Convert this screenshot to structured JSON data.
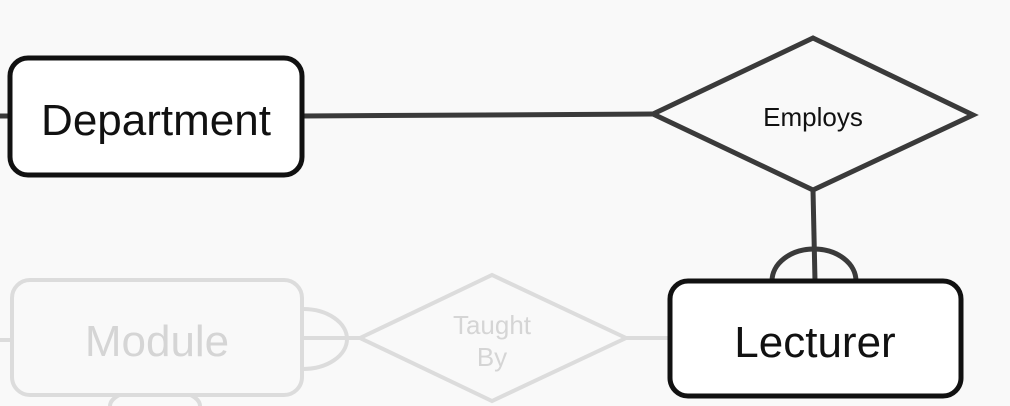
{
  "diagram": {
    "entities": {
      "department": {
        "label": "Department",
        "faded": false
      },
      "lecturer": {
        "label": "Lecturer",
        "faded": false
      },
      "module": {
        "label": "Module",
        "faded": true
      }
    },
    "relationships": {
      "employs": {
        "label": "Employs",
        "faded": false
      },
      "taught_by": {
        "label_line1": "Taught",
        "label_line2": "By",
        "faded": true
      }
    },
    "colors": {
      "stroke": "#3a3a3a",
      "faded_stroke": "#dcdcdc",
      "faded_text": "#d5d5d5",
      "text": "#111111",
      "background": "#f9f9f9",
      "entity_fill": "#ffffff"
    }
  }
}
